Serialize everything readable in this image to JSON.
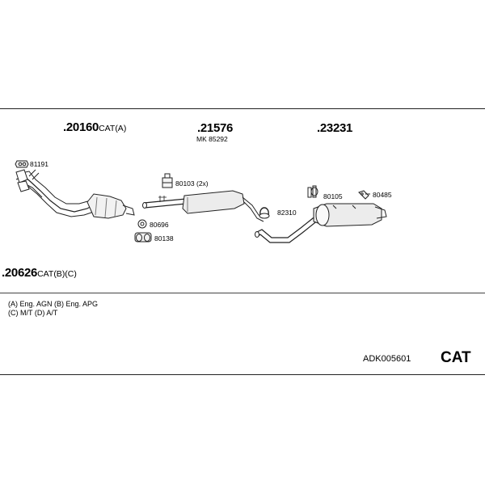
{
  "parts": {
    "front_pipe": {
      "number": ".20160",
      "suffix": "CAT(A)"
    },
    "middle_silencer": {
      "number": ".21576",
      "mk": "MK  85292"
    },
    "rear_silencer": {
      "number": ".23231"
    },
    "front_pipe_alt": {
      "number": ".20626",
      "suffix": "CAT(B)(C)"
    }
  },
  "accessories": {
    "gasket": "81191",
    "clamp_2x": "80103 (2x)",
    "mount_a": "80696",
    "mount_b": "80138",
    "clamp_rear": "82310",
    "rubber_mount": "80105",
    "bracket": "80485"
  },
  "notes": {
    "line1": "(A) Eng. AGN (B) Eng. APG",
    "line2": "(C) M/T (D) A/T"
  },
  "kit_code": "ADK005601",
  "cat_label": "CAT"
}
